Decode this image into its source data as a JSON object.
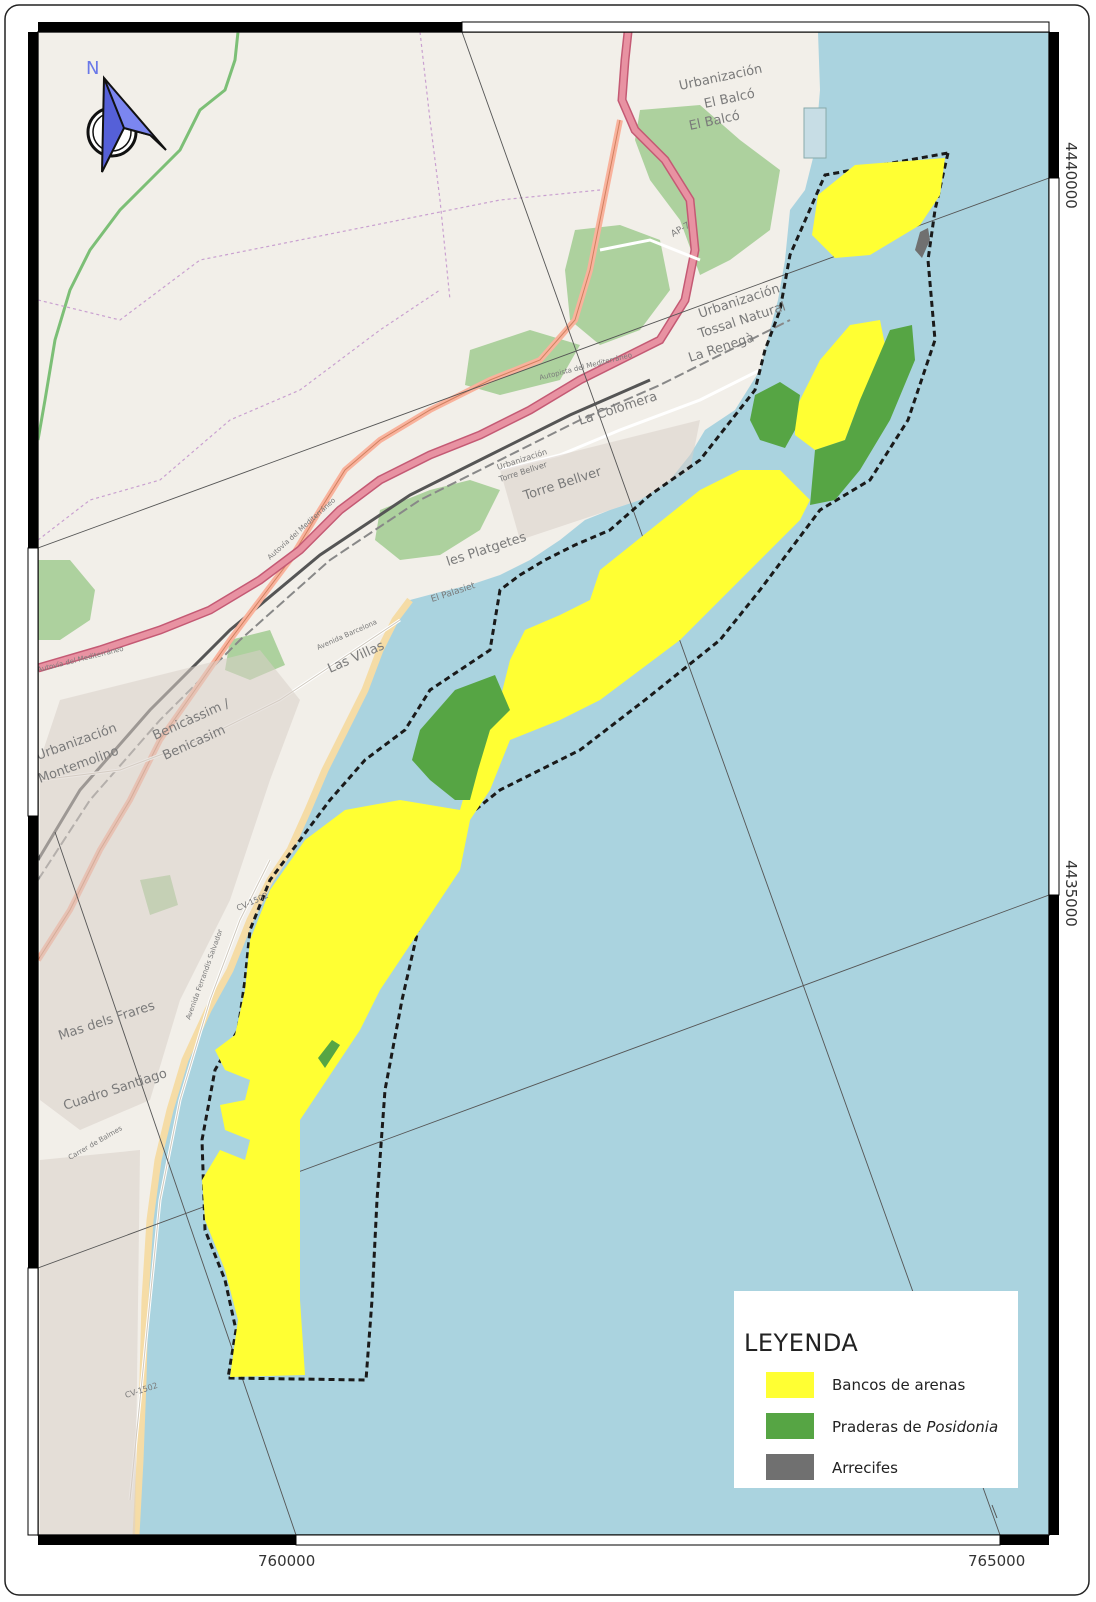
{
  "colors": {
    "sea": "#aad3df",
    "land": "#f2efe9",
    "sand_banks": "#ffff33",
    "posidonia": "#56a544",
    "reefs": "#707070",
    "forest": "#add19e",
    "motorway": "#e892a2",
    "trunk": "#f9b29c",
    "beach": "#f5dca6",
    "boundary": "#1a1a1a"
  },
  "north_arrow": {
    "label": "N"
  },
  "coordinates": {
    "x_ticks": [
      "760000",
      "765000"
    ],
    "y_ticks": [
      "4440000",
      "4435000"
    ]
  },
  "places": {
    "urb_el_balco_1": "Urbanización",
    "urb_el_balco_2": "El Balcó",
    "el_balco": "El Balcó",
    "ap7": "AP-7",
    "urb_tossal_1": "Urbanización",
    "urb_tossal_2": "Tossal Natural",
    "la_renega": "La Renegà",
    "la_colomera": "La Colomera",
    "urb_torre_1": "Urbanización",
    "urb_torre_2": "Torre Bellver",
    "torre_bellver": "Torre Bellver",
    "les_platgetes": "les Platgetes",
    "el_palasiet": "El Palasiet",
    "autopista_1": "Autopista del Mediterráneo",
    "autovia_1": "Autovía del Mediterráneo",
    "autovia_2": "Autovía del Mediterráneo",
    "avenida_barcelona": "Avenida Barcelona",
    "las_villas": "Las Villas",
    "benicassim_1": "Benicàssim /",
    "benicassim_2": "Benicasim",
    "urb_monte_1": "Urbanización",
    "urb_monte_2": "Montemolino",
    "cv_1502_a": "CV-1502",
    "av_ferrandis": "Avenida Ferrandis Salvador",
    "mas_dels_frares": "Mas dels Frares",
    "cuadro_santiago": "Cuadro Santiago",
    "carrer_balmes": "Carrer de Balmes",
    "cv_1502_b": "CV-1502"
  },
  "legend": {
    "title": "LEYENDA",
    "items": [
      {
        "key": "sand_banks",
        "label": "Bancos de arenas"
      },
      {
        "key": "posidonia",
        "label_prefix": "Praderas de ",
        "label_italic": "Posidonia"
      },
      {
        "key": "reefs",
        "label": "Arrecifes"
      }
    ]
  }
}
